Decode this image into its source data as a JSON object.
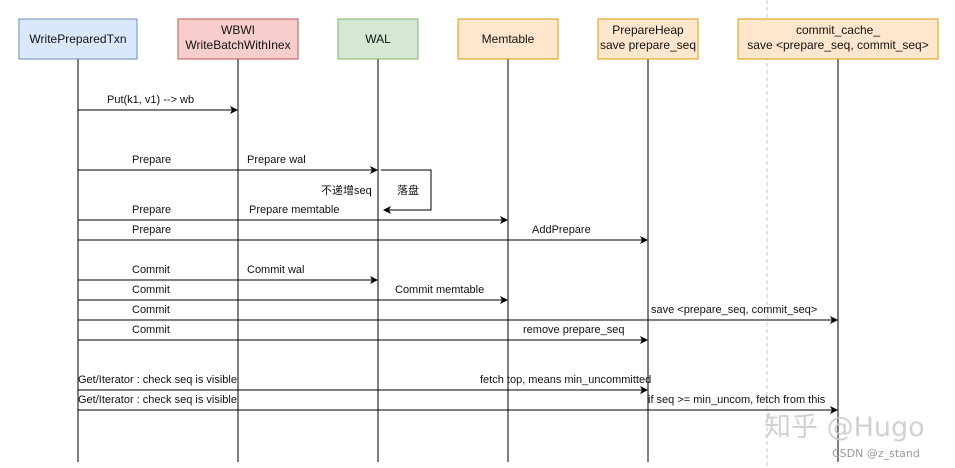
{
  "participants": [
    {
      "id": "txn",
      "lines": [
        "WritePreparedTxn"
      ],
      "fill": "#dae8fc",
      "stroke": "#6c8ebf"
    },
    {
      "id": "wbwi",
      "lines": [
        "WBWI",
        "WriteBatchWithInex"
      ],
      "fill": "#f8cecc",
      "stroke": "#b85450"
    },
    {
      "id": "wal",
      "lines": [
        "WAL"
      ],
      "fill": "#d5e8d4",
      "stroke": "#82b366"
    },
    {
      "id": "memtable",
      "lines": [
        "Memtable"
      ],
      "fill": "#ffe6cc",
      "stroke": "#d79b00"
    },
    {
      "id": "heap",
      "lines": [
        "PrepareHeap",
        "save prepare_seq"
      ],
      "fill": "#ffe6cc",
      "stroke": "#d79b00"
    },
    {
      "id": "cache",
      "lines": [
        "commit_cache_",
        "save <prepare_seq, commit_seq>"
      ],
      "fill": "#ffe6cc",
      "stroke": "#d79b00"
    }
  ],
  "messages": [
    {
      "from": "txn",
      "to": "wbwi",
      "labels": [
        "Put(k1, v1) --> wb"
      ]
    },
    {
      "from": "txn",
      "to": "wal",
      "labels": [
        "Prepare",
        "Prepare wal"
      ]
    },
    {
      "from": "wal",
      "to": "wal",
      "self": true,
      "labels": [
        "不递增seq",
        "落盘"
      ]
    },
    {
      "from": "txn",
      "to": "memtable",
      "labels": [
        "Prepare",
        "Prepare memtable"
      ]
    },
    {
      "from": "txn",
      "to": "heap",
      "labels": [
        "Prepare",
        "AddPrepare"
      ]
    },
    {
      "from": "txn",
      "to": "wal",
      "labels": [
        "Commit",
        "Commit wal"
      ]
    },
    {
      "from": "txn",
      "to": "memtable",
      "labels": [
        "Commit",
        "Commit memtable"
      ]
    },
    {
      "from": "txn",
      "to": "cache",
      "labels": [
        "Commit",
        "save  <prepare_seq, commit_seq>"
      ]
    },
    {
      "from": "txn",
      "to": "heap",
      "labels": [
        "Commit",
        "remove prepare_seq"
      ]
    },
    {
      "from": "txn",
      "to": "heap",
      "labels": [
        "Get/Iterator : check seq is visible",
        "fetch top, means min_uncommitted"
      ]
    },
    {
      "from": "txn",
      "to": "cache",
      "labels": [
        "Get/Iterator : check seq is visible",
        "if seq >= min_uncom, fetch from this"
      ]
    }
  ],
  "watermark": {
    "main": "知乎 @Hugo",
    "credit": "CSDN @z_stand"
  }
}
